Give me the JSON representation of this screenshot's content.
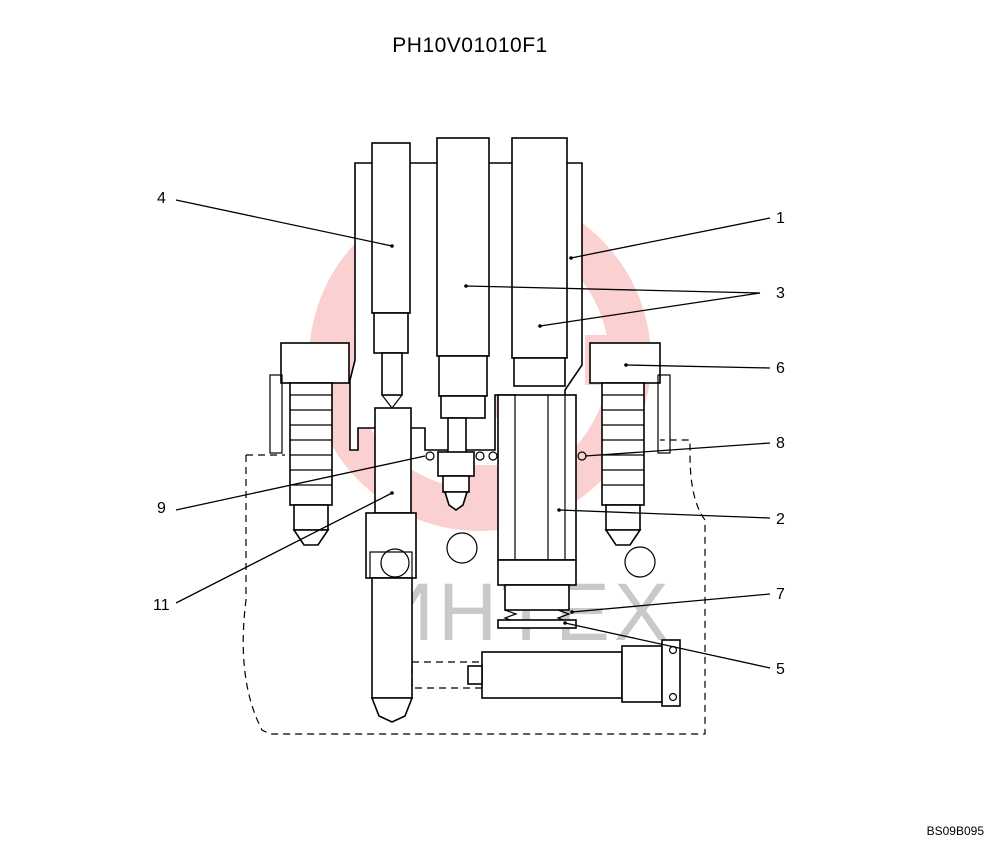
{
  "title": "PH10V01010F1",
  "drawing_code": "BS09B095",
  "watermark": "ИНТЕХ",
  "callouts": {
    "c1": "1",
    "c2": "2",
    "c3": "3",
    "c4": "4",
    "c5": "5",
    "c6": "6",
    "c7": "7",
    "c8": "8",
    "c9": "9",
    "c11": "11"
  }
}
